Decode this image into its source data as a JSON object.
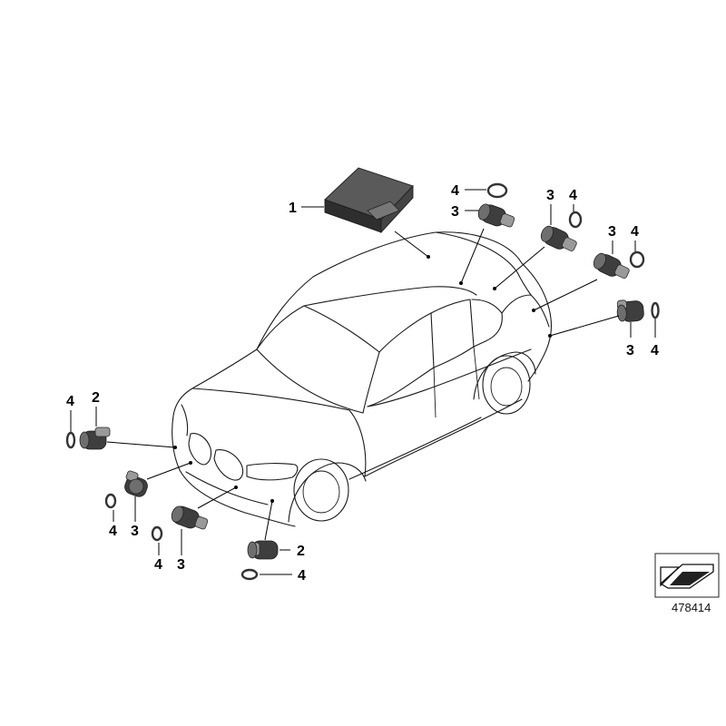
{
  "diagram": {
    "reference_number": "478414",
    "callouts": [
      {
        "id": "callout-1",
        "text": "1"
      },
      {
        "id": "callout-4-rear-top",
        "text": "4"
      },
      {
        "id": "callout-3-rear-top",
        "text": "3"
      },
      {
        "id": "callout-3-rear-mid",
        "text": "3"
      },
      {
        "id": "callout-4-rear-mid",
        "text": "4"
      },
      {
        "id": "callout-3-rear-right",
        "text": "3"
      },
      {
        "id": "callout-4-rear-right",
        "text": "4"
      },
      {
        "id": "callout-3-rear-corner",
        "text": "3"
      },
      {
        "id": "callout-4-rear-corner",
        "text": "4"
      },
      {
        "id": "callout-4-front-left",
        "text": "4"
      },
      {
        "id": "callout-2-front-left",
        "text": "2"
      },
      {
        "id": "callout-4-front-inner",
        "text": "4"
      },
      {
        "id": "callout-3-front-inner",
        "text": "3"
      },
      {
        "id": "callout-4-front-center",
        "text": "4"
      },
      {
        "id": "callout-3-front-center",
        "text": "3"
      },
      {
        "id": "callout-2-front-right",
        "text": "2"
      },
      {
        "id": "callout-4-front-right",
        "text": "4"
      }
    ],
    "parts": [
      {
        "number": "1",
        "icon": "control-unit-icon"
      },
      {
        "number": "2",
        "icon": "side-parking-sensor-icon"
      },
      {
        "number": "3",
        "icon": "parking-sensor-icon"
      },
      {
        "number": "4",
        "icon": "decoupling-ring-icon"
      }
    ],
    "colors": {
      "part_fill": "#3e3e3e",
      "outline": "#1a1a1a",
      "background": "#ffffff"
    }
  }
}
